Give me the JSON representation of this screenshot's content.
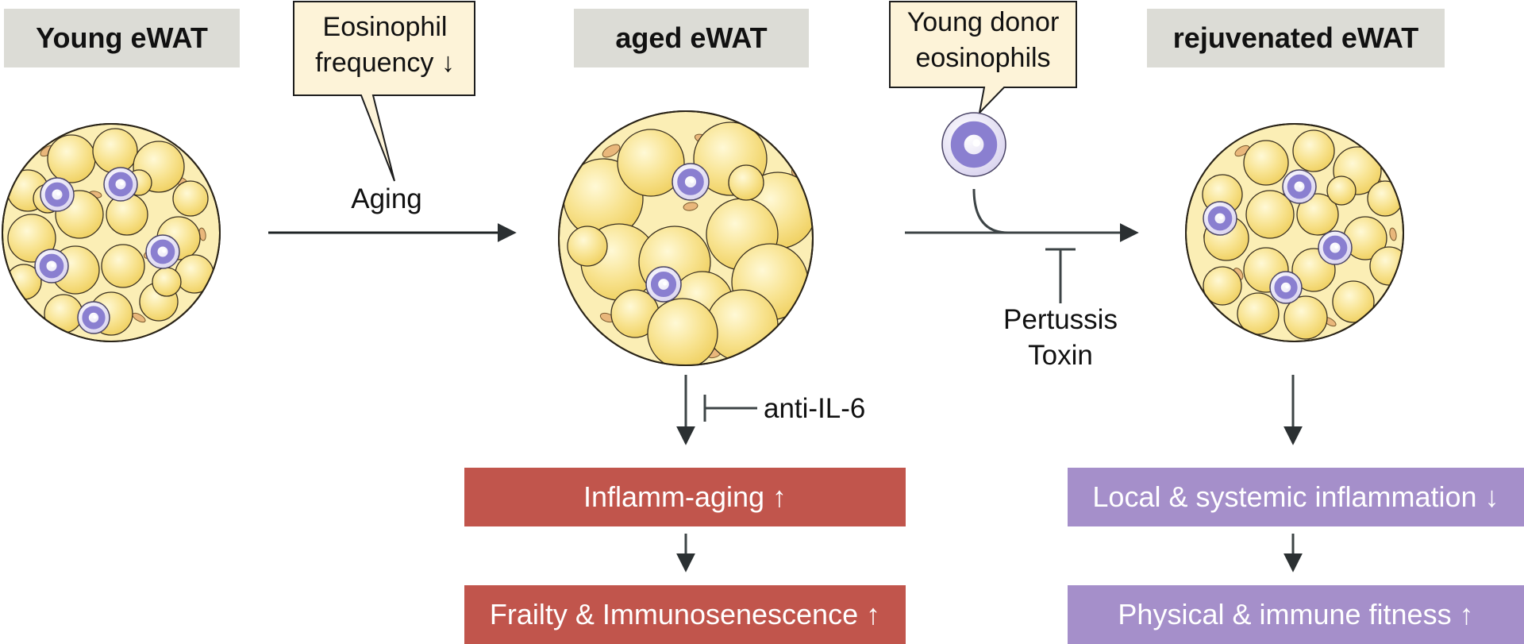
{
  "panels": {
    "young": "Young eWAT",
    "aged": "aged eWAT",
    "rejuvenated": "rejuvenated eWAT"
  },
  "callouts": {
    "eosinophil_frequency": [
      "Eosinophil",
      "frequency ↓"
    ],
    "young_donor": [
      "Young donor",
      "eosinophils"
    ]
  },
  "labels": {
    "aging": "Aging",
    "pertussis": [
      "Pertussis",
      "Toxin"
    ],
    "anti_il6": "anti-IL-6"
  },
  "outcomes": {
    "aged": [
      "Inflamm-aging ↑",
      "Frailty & Immunosenescence ↑"
    ],
    "rejuvenated": [
      "Local & systemic inflammation ↓",
      "Physical & immune fitness ↑"
    ]
  },
  "colors": {
    "adipocyte_fill": "#f7e08a",
    "adipocyte_stroke": "#3a3020",
    "eosinophil_nucleus": "#8a7fd0",
    "eosinophil_cell": "#e7e3f5",
    "arrow": "#3d4446",
    "title_bg": "#dcdcd6",
    "callout_bg": "#fdf3d8",
    "outcome_red": "#c1554c",
    "outcome_purple": "#a58fca"
  },
  "icons": [
    "adipose-tissue-icon",
    "eosinophil-icon",
    "arrow-icon",
    "inhibition-icon"
  ]
}
